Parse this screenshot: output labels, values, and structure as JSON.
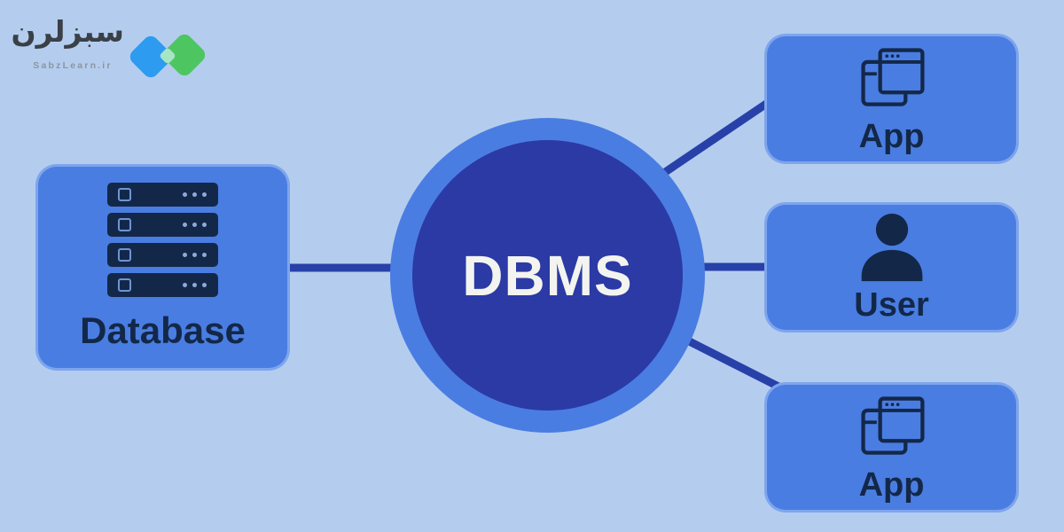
{
  "logo": {
    "brand_text": "سبزلرن",
    "brand_subtext": "SabzLearn.ir",
    "mark_colors": {
      "blue": "#2c9bf0",
      "green": "#4dc662",
      "overlap": "#a6e5c5"
    }
  },
  "diagram": {
    "center": {
      "label": "DBMS"
    },
    "nodes": [
      {
        "id": "database",
        "label": "Database",
        "icon": "server-stack-icon"
      },
      {
        "id": "app-top",
        "label": "App",
        "icon": "app-windows-icon"
      },
      {
        "id": "user",
        "label": "User",
        "icon": "user-icon"
      },
      {
        "id": "app-bottom",
        "label": "App",
        "icon": "app-windows-icon"
      }
    ],
    "connections": [
      {
        "from": "database",
        "to": "dbms"
      },
      {
        "from": "dbms",
        "to": "app-top"
      },
      {
        "from": "dbms",
        "to": "user"
      },
      {
        "from": "dbms",
        "to": "app-bottom"
      }
    ],
    "colors": {
      "background": "#b4cdee",
      "node_fill": "#4a7de2",
      "center_ring": "#4a7de2",
      "center_fill": "#2b3aa5",
      "connector": "#2841a9",
      "icon_and_label": "#132849",
      "center_label_text": "#f3f4ef"
    }
  }
}
